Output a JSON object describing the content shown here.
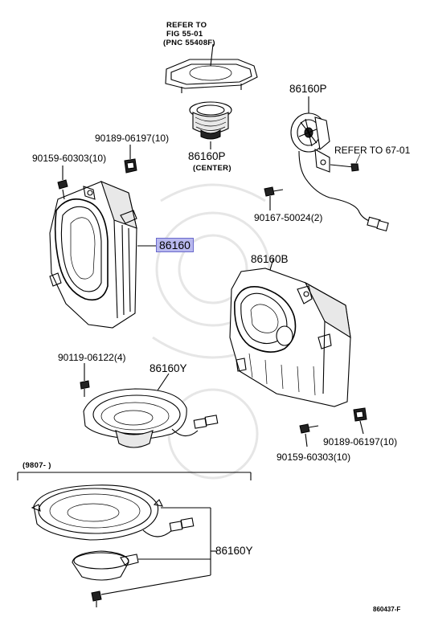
{
  "labels": {
    "refer_fig_line1": "REFER TO",
    "refer_fig_line2": "FIG 55-01",
    "refer_fig_line3": "(PNC 55408F)",
    "part_86160p_center": "86160P",
    "center_note": "(CENTER)",
    "part_86160p_top": "86160P",
    "refer_67": "REFER TO 67-01",
    "bolt_90189_top": "90189-06197(10)",
    "bolt_90159_top": "90159-60303(10)",
    "part_86160": "86160",
    "screw_90167": "90167-50024(2)",
    "part_86160b": "86160B",
    "screw_90119": "90119-06122(4)",
    "part_86160y_mid": "86160Y",
    "bolt_90189_bottom": "90189-06197(10)",
    "bolt_90159_bottom": "90159-60303(10)",
    "date_range": "(9807-            )",
    "part_86160y_bottom": "86160Y",
    "diagram_code": "860437-F"
  },
  "colors": {
    "highlight": "#b8b8ee",
    "highlight_border": "#6a6acc"
  }
}
